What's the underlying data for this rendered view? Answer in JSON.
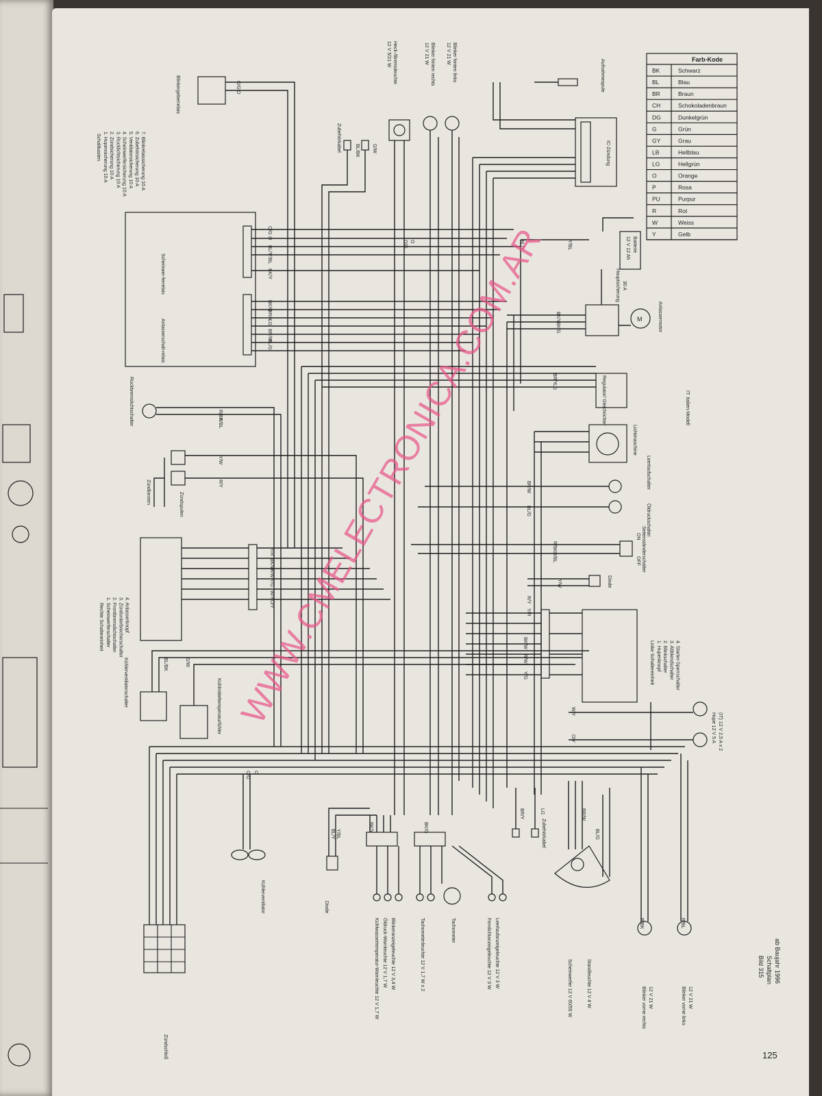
{
  "figure": {
    "number": "Bild 315",
    "title": "Schaltplan",
    "subtitle": "ab Baujahr 1996",
    "page_number": "125"
  },
  "watermark": "WWW.CMELECTRONICA.COM.AR",
  "legend": {
    "title": "Farb-Kode",
    "rows": [
      {
        "code": "BK",
        "name": "Schwarz"
      },
      {
        "code": "BL",
        "name": "Blau"
      },
      {
        "code": "BR",
        "name": "Braun"
      },
      {
        "code": "CH",
        "name": "Schokoladenbraun"
      },
      {
        "code": "DG",
        "name": "Dunkelgrün"
      },
      {
        "code": "G",
        "name": "Grün"
      },
      {
        "code": "GY",
        "name": "Grau"
      },
      {
        "code": "LB",
        "name": "Hellblau"
      },
      {
        "code": "LG",
        "name": "Hellgrün"
      },
      {
        "code": "O",
        "name": "Orange"
      },
      {
        "code": "P",
        "name": "Rosa"
      },
      {
        "code": "PU",
        "name": "Purpur"
      },
      {
        "code": "R",
        "name": "Rot"
      },
      {
        "code": "W",
        "name": "Weiss"
      },
      {
        "code": "Y",
        "name": "Gelb"
      }
    ]
  },
  "components": {
    "blinker_relay": "Blinkergeberrelais",
    "accessory_cable_top": "Zubehörkabel",
    "tail_brake_light": "Heck-/Bremsleuchte",
    "tail_brake_rating": "12 V 5/21 W",
    "blinker_rear_right": "Blinker hinten rechts",
    "blinker_rear_right_rating": "12 V 21 W",
    "blinker_rear_left": "Blinker hinten links",
    "blinker_rear_left_rating": "12 V 21 W",
    "pickup_coil": "Aufnahmespule",
    "ic_ignition": "IC-Zündung",
    "battery": "Batterie",
    "battery_rating": "12 V 12 Ah",
    "main_fuse": "Hauptsicherung",
    "main_fuse_rating": "30 A",
    "starter_motor": "Anlassermotor",
    "fuse_box": "Schaltkasten",
    "fuse_items": [
      "1. Hupensicherung 10 A",
      "2. Zündsicherung 10 A",
      "3. Rücklichtsicherung 10 A",
      "4. Scheinwerfersicherung 10 A",
      "5. Ventilatorsicherung 10 A",
      "6. Zubehörsicherung 10 A",
      "7. Blinkrelaissicherung 10 A"
    ],
    "headlight_relay": "Scheinwer-ferrelais",
    "starter_relay": "Anlasserschalt-relais",
    "rear_brake_switch": "Rückbremslichtschalter",
    "regulator": "Regulator/ Gleichrichter",
    "alternator": "Lichtmaschine",
    "italy_model": "IT: Italien-Modell",
    "spark_plugs": "Zündkerzen",
    "ignition_coils": "Zündspulen",
    "neutral_switch": "Leerlaufschalter",
    "oil_pressure_switch": "Öldruckschalter",
    "side_stand_switch": "Seitenständerschalter",
    "right_switch_unit": "Rechte Schaltereinheit",
    "right_switch_items": [
      "1. Scheinwerferschalter",
      "2. Frontbremslichtschalter",
      "3. Zündunterbrecherschalter",
      "4. Anlasserknopf"
    ],
    "diode": "Diode",
    "left_switch_unit": "Linke Schaltereinheit",
    "left_switch_items": [
      "1. Hupenknopf",
      "2. Blinkschalter",
      "3. Abblendschalter",
      "4. Starter-Sperrschalter"
    ],
    "fan_switch": "Kühlerventilatorschalter",
    "coolant_temp_sensor": "Kühlmitteltemperaturfühler",
    "horn": "Hupe 12 V 5 A",
    "horn_it": "(IT) 12 V 2,5 A x 2",
    "fan": "Kühlerventilator",
    "ignition_switch": "Zündschloß",
    "coolant_temp_warning": "Kühlwassertemperatur-Warnleuchte 12 V 1,7 W",
    "oil_pressure_warning": "Öldruck-Warnleuchte 12 V 1,7 W",
    "blinker_indicator": "Blinkeranzeigeleuchte 12 V 3,4 W",
    "tacho_light": "Tachometerleuchte 12 V 1,7 W x 2",
    "tachometer": "Tachometer",
    "high_beam_indicator": "Fernlichtanzeigeleuchte 12 V 3 W",
    "neutral_indicator": "Leerlaufanzeigeleuchte 12 V 3 W",
    "headlight": "Scheinwerfer 12 V 60/55 W",
    "parking_light": "Standleuchte 12 V 4 W",
    "accessory_cable_bottom": "Zubehörkabel",
    "blinker_front_right": "Blinker vorne rechts",
    "blinker_front_right_rating": "12 V 21 W",
    "blinker_front_left": "Blinker vorne links",
    "blinker_front_left_rating": "12 V 21 W"
  },
  "switch_states": {
    "off": "OFF",
    "on": "ON"
  },
  "wire_codes": [
    "O/G",
    "O",
    "BL/Y",
    "Y/BL",
    "BK/Y",
    "BK/G",
    "BR/Y",
    "LG",
    "BR/W",
    "BL/G",
    "R/BK",
    "R/BL",
    "Y/W",
    "R/Y",
    "Y/R",
    "BK/W",
    "R/W",
    "Y/G",
    "W/Y",
    "O/Y",
    "BL/BK",
    "G/W"
  ]
}
